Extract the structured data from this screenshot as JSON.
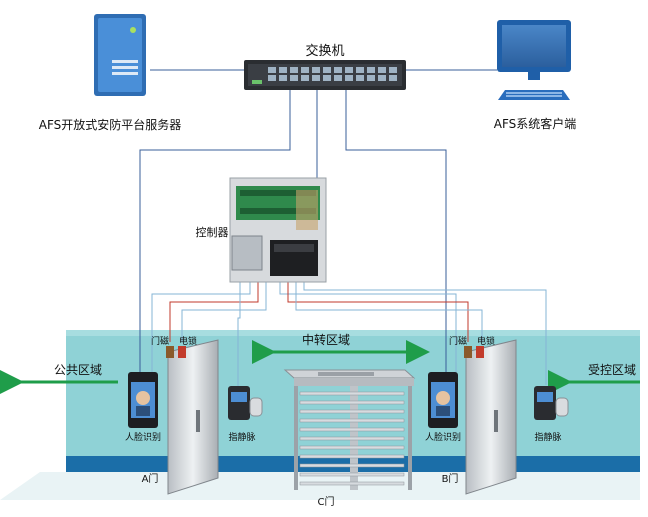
{
  "labels": {
    "switch": "交换机",
    "server": "AFS开放式安防平台服务器",
    "client": "AFS系统客户端",
    "controller": "控制器",
    "door_sensor_a": "门磁",
    "door_lock_a": "电锁",
    "door_sensor_b": "门磁",
    "door_lock_b": "电锁",
    "transfer_zone": "中转区域",
    "public_zone": "公共区域",
    "controlled_zone": "受控区域",
    "face_reader_a": "人脸识别",
    "face_reader_b": "人脸识别",
    "finger_vein_a": "指静脉",
    "finger_vein_b": "指静脉",
    "door_a": "A门",
    "door_b": "B门",
    "door_c": "C门"
  },
  "colors": {
    "network_line": "#3a5f9a",
    "power_line": "#c0392b",
    "signal_line": "#86b4d6",
    "zone_arrow": "#1f9d4a",
    "wall": "#8fd2d6",
    "floor_stripe": "#1b6ea8"
  }
}
